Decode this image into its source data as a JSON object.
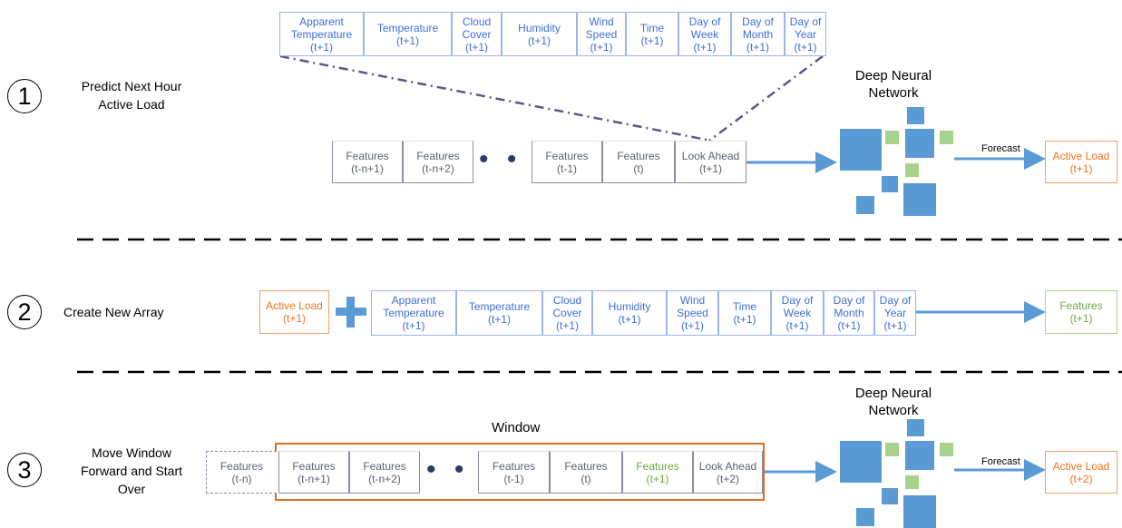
{
  "colors": {
    "accent_blue": "#5b9bd5",
    "orange": "#e9731f",
    "green": "#6aaa3e",
    "window_border": "#e06c1f",
    "connector": "#5a5a82"
  },
  "step1": {
    "number": "1",
    "label_line1": "Predict Next Hour",
    "label_line2": "Active Load"
  },
  "step2": {
    "number": "2",
    "label": "Create New Array"
  },
  "step3": {
    "number": "3",
    "label_line1": "Move Window",
    "label_line2": "Forward and Start",
    "label_line3": "Over"
  },
  "lookahead_features": [
    {
      "l1": "Apparent",
      "l2": "Temperature",
      "l3": "(t+1)"
    },
    {
      "l1": "Temperature",
      "l2": "(t+1)"
    },
    {
      "l1": "Cloud",
      "l2": "Cover",
      "l3": "(t+1)"
    },
    {
      "l1": "Humidity",
      "l2": "(t+1)"
    },
    {
      "l1": "Wind",
      "l2": "Speed",
      "l3": "(t+1)"
    },
    {
      "l1": "Time",
      "l2": "(t+1)"
    },
    {
      "l1": "Day of",
      "l2": "Week",
      "l3": "(t+1)"
    },
    {
      "l1": "Day of",
      "l2": "Month",
      "l3": "(t+1)"
    },
    {
      "l1": "Day of",
      "l2": "Year",
      "l3": "(t+1)"
    }
  ],
  "row1_boxes": [
    {
      "l1": "Features",
      "l2": "(t-n+1)"
    },
    {
      "l1": "Features",
      "l2": "(t-n+2)"
    },
    {
      "l1": "Features",
      "l2": "(t-1)"
    },
    {
      "l1": "Features",
      "l2": "(t)"
    },
    {
      "l1": "Look Ahead",
      "l2": "(t+1)"
    }
  ],
  "row3_boxes": [
    {
      "l1": "Features",
      "l2": "(t-n)"
    },
    {
      "l1": "Features",
      "l2": "(t-n+1)"
    },
    {
      "l1": "Features",
      "l2": "(t-n+2)"
    },
    {
      "l1": "Features",
      "l2": "(t-1)"
    },
    {
      "l1": "Features",
      "l2": "(t)"
    },
    {
      "l1": "Features",
      "l2": "(t+1)"
    },
    {
      "l1": "Look Ahead",
      "l2": "(t+2)"
    }
  ],
  "ellipsis": "• • •",
  "nn_title_line1": "Deep Neural",
  "nn_title_line2": "Network",
  "forecast_label": "Forecast",
  "output1": {
    "l1": "Active Load",
    "l2": "(t+1)"
  },
  "output3": {
    "l1": "Active Load",
    "l2": "(t+2)"
  },
  "row2_active": {
    "l1": "Active Load",
    "l2": "(t+1)"
  },
  "row2_plus": "+",
  "row2_output": {
    "l1": "Features",
    "l2": "(t+1)"
  },
  "window_label": "Window"
}
